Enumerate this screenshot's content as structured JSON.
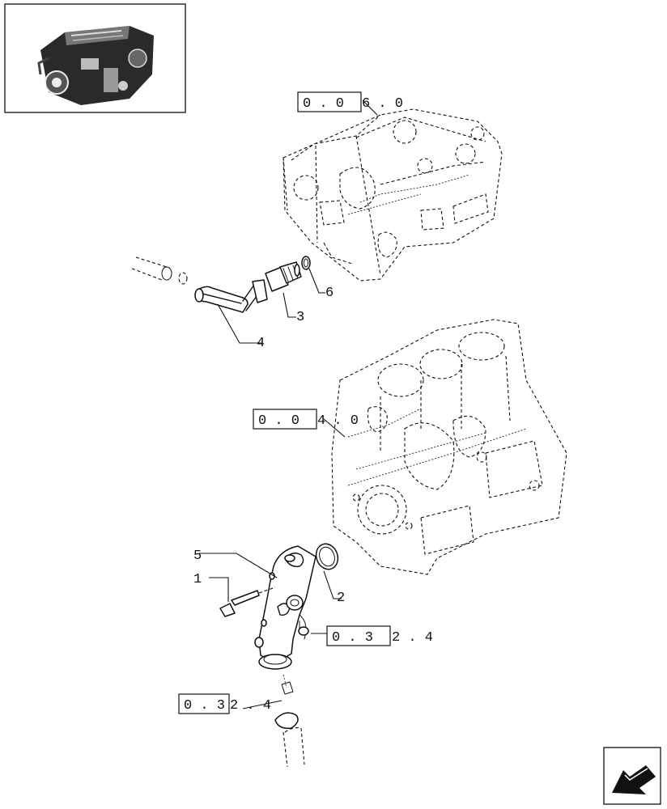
{
  "labels": {
    "part_1": "1",
    "part_2": "2",
    "part_3": "3",
    "part_4": "4",
    "part_5": "5",
    "part_6": "6"
  },
  "references": {
    "ref_top": {
      "boxed": "0 . 0",
      "rest": "6 . 0"
    },
    "ref_mid": {
      "boxed": "0 . 0",
      "rest": "4 . 0"
    },
    "ref_right": {
      "boxed": "0 . 3",
      "rest": "2 . 4"
    },
    "ref_bottom": {
      "boxed": "0 . 3",
      "rest": "2 . 4"
    }
  },
  "icons": {
    "thumbnail": "engine-thumbnail-icon",
    "nav": "next-page-arrow-icon"
  }
}
